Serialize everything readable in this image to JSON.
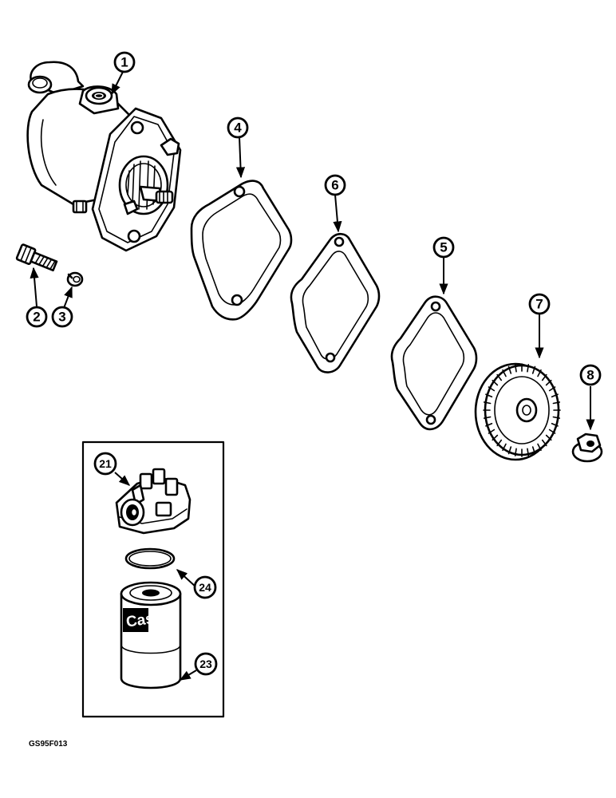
{
  "figure_code": "GS95F013",
  "callouts": {
    "c1": "1",
    "c2": "2",
    "c3": "3",
    "c4": "4",
    "c5": "5",
    "c6": "6",
    "c7": "7",
    "c8": "8",
    "c21": "21",
    "c23": "23",
    "c24": "24"
  },
  "filter_brand": "Case"
}
